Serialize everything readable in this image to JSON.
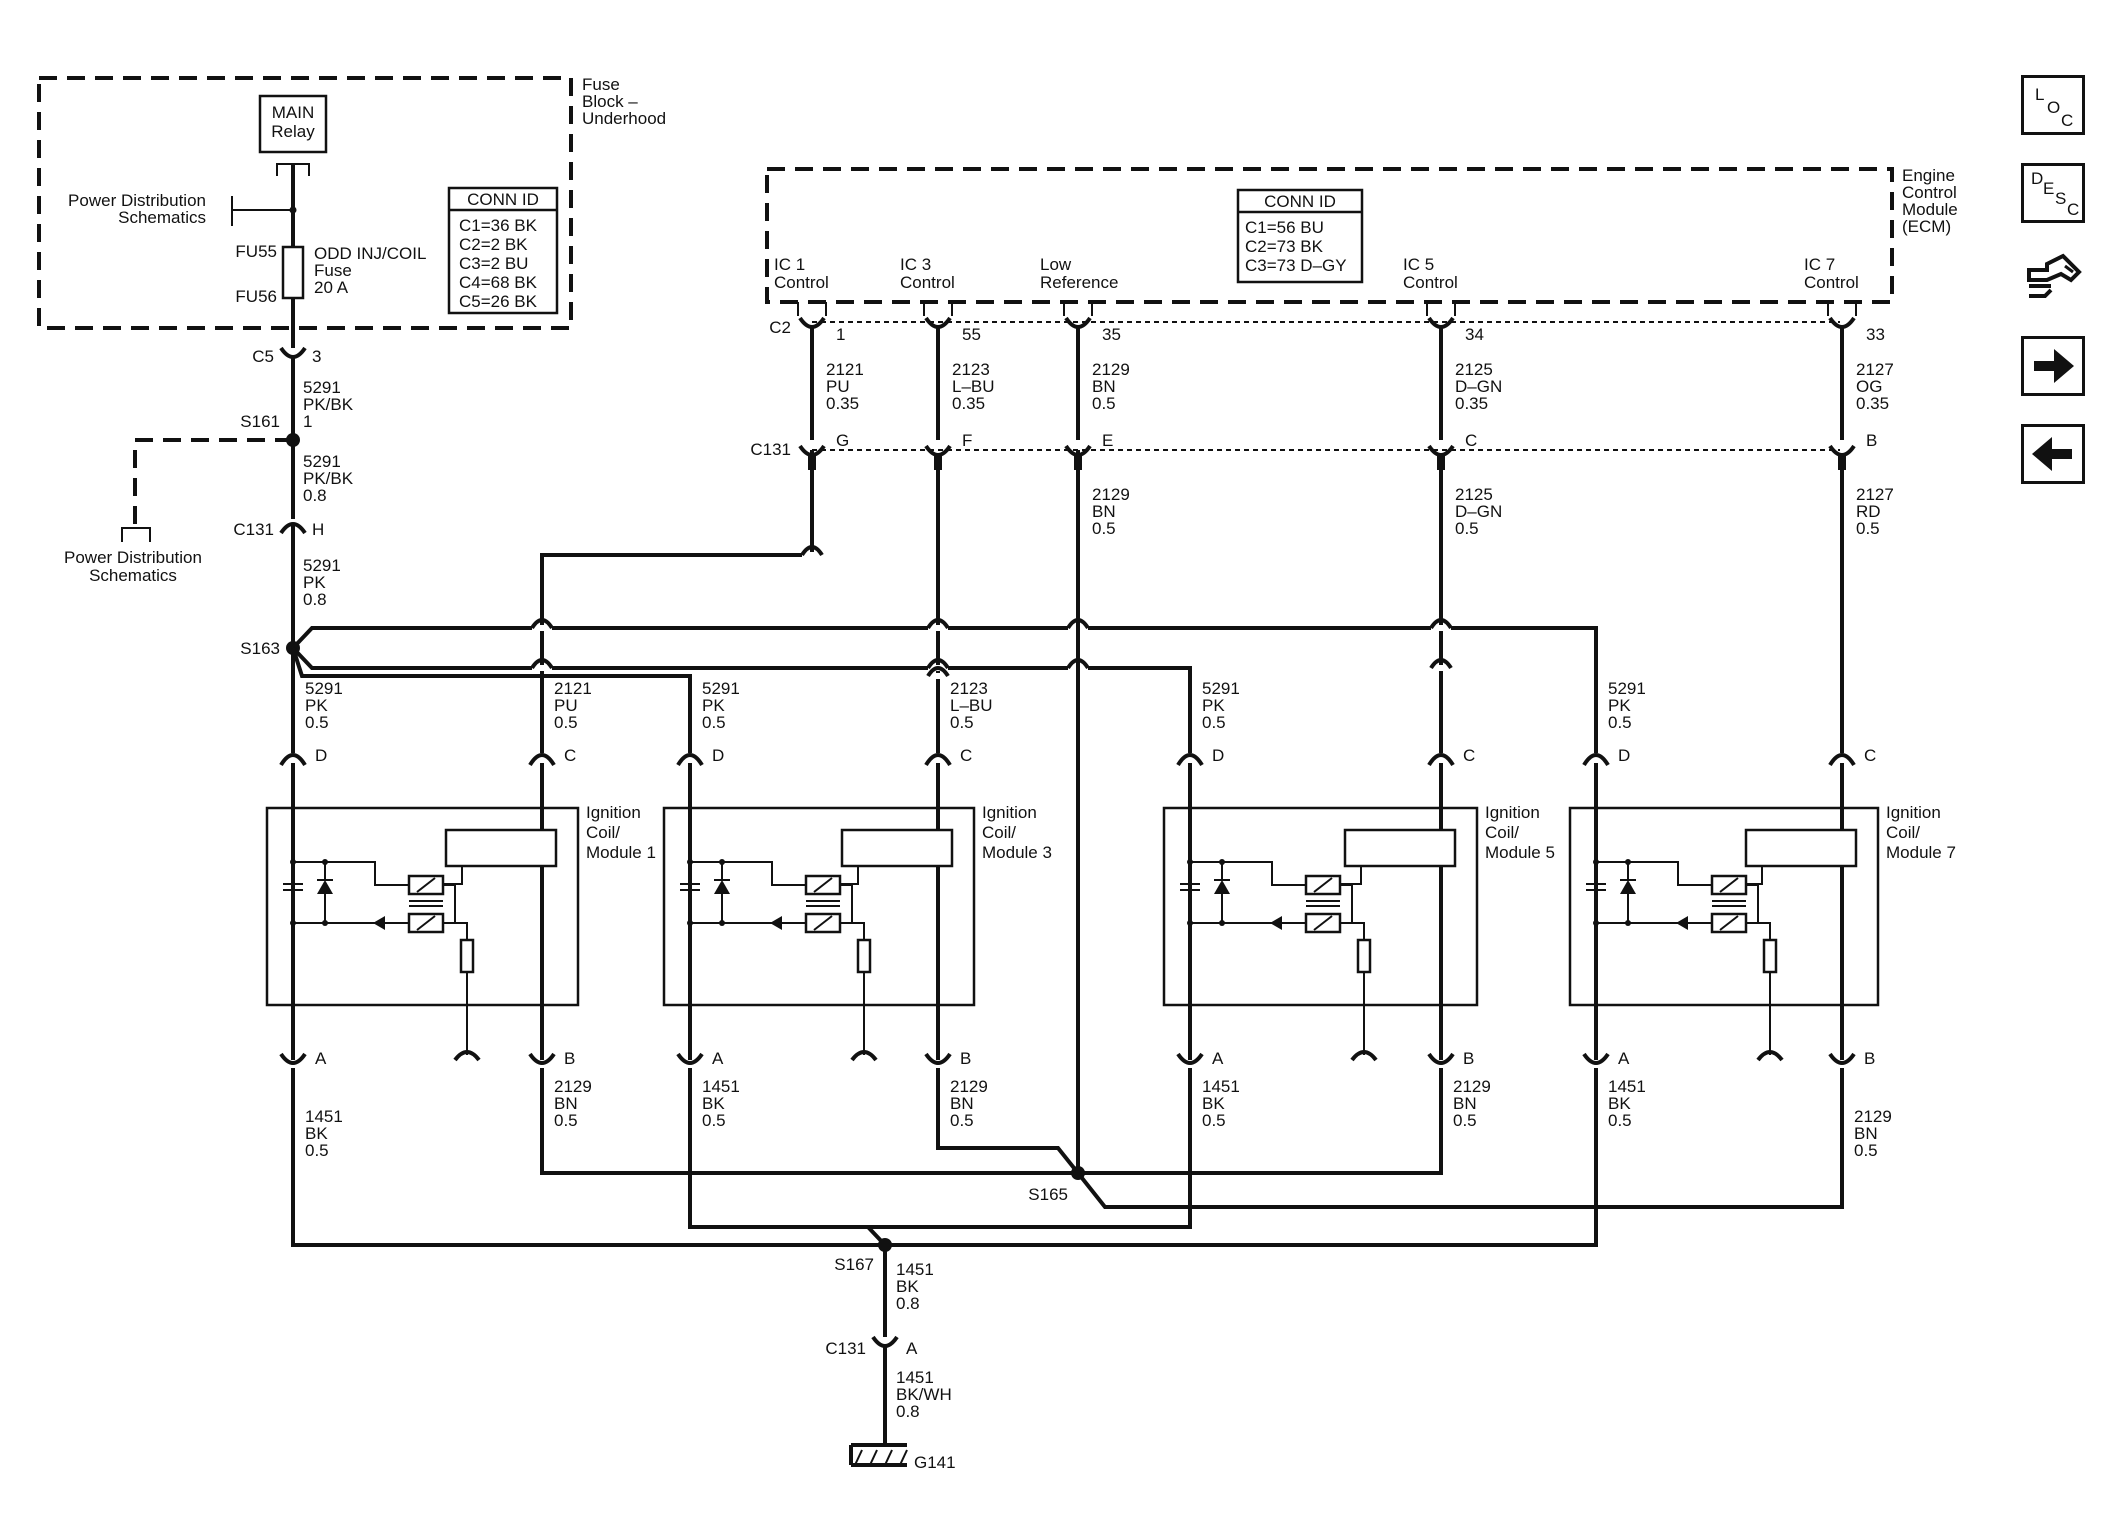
{
  "fuse_block": {
    "title": [
      "Fuse",
      "Block –",
      "Underhood"
    ],
    "relay_label": [
      "MAIN",
      "Relay"
    ],
    "pds_label": [
      "Power Distribution",
      "Schematics"
    ],
    "fuse_top": "FU55",
    "fuse_bottom": "FU56",
    "fuse_name": [
      "ODD INJ/COIL",
      "Fuse",
      "20 A"
    ],
    "conn_title": "CONN ID",
    "conn_rows": [
      "C1=36 BK",
      "C2=2 BK",
      "C3=2 BU",
      "C4=68 BK",
      "C5=26 BK"
    ]
  },
  "ecm": {
    "title": [
      "Engine",
      "Control",
      "Module",
      "(ECM)"
    ],
    "conn_title": "CONN ID",
    "conn_rows": [
      "C1=56 BU",
      "C2=73 BK",
      "C3=73 D–GY"
    ],
    "c2_label": "C2",
    "pins": [
      {
        "label": [
          "IC 1",
          "Control"
        ],
        "pin": "1",
        "wire": [
          "2121",
          "PU",
          "0.35"
        ],
        "c131": "G"
      },
      {
        "label": [
          "IC 3",
          "Control"
        ],
        "pin": "55",
        "wire": [
          "2123",
          "L–BU",
          "0.35"
        ],
        "c131": "F"
      },
      {
        "label": [
          "Low",
          "Reference"
        ],
        "pin": "35",
        "wire": [
          "2129",
          "BN",
          "0.5"
        ],
        "c131": "E"
      },
      {
        "label": [
          "IC 5",
          "Control"
        ],
        "pin": "34",
        "wire": [
          "2125",
          "D–GN",
          "0.35"
        ],
        "c131": "C"
      },
      {
        "label": [
          "IC 7",
          "Control"
        ],
        "pin": "33",
        "wire": [
          "2127",
          "OG",
          "0.35"
        ],
        "c131": "B"
      }
    ]
  },
  "c131_label": "C131",
  "below_c131_wires": [
    [
      "2129",
      "BN",
      "0.5"
    ],
    [
      "2125",
      "D–GN",
      "0.5"
    ],
    [
      "2127",
      "RD",
      "0.5"
    ]
  ],
  "supply": {
    "c5_label": "C5",
    "c5_pin": "3",
    "wire1": [
      "5291",
      "PK/BK",
      "1"
    ],
    "s161": "S161",
    "wire2": [
      "5291",
      "PK/BK",
      "0.8"
    ],
    "c131_label": "C131",
    "c131_pin": "H",
    "pds_label": [
      "Power Distribution",
      "Schematics"
    ],
    "wire3": [
      "5291",
      "PK",
      "0.8"
    ],
    "s163": "S163"
  },
  "coils": [
    {
      "name": [
        "Ignition",
        "Coil/",
        "Module 1"
      ],
      "d_wire": [
        "5291",
        "PK",
        "0.5"
      ],
      "c_wire": [
        "2121",
        "PU",
        "0.5"
      ],
      "a_wire": [
        "1451",
        "BK",
        "0.5"
      ],
      "b_wire": [
        "2129",
        "BN",
        "0.5"
      ]
    },
    {
      "name": [
        "Ignition",
        "Coil/",
        "Module 3"
      ],
      "d_wire": [
        "5291",
        "PK",
        "0.5"
      ],
      "c_wire": [
        "2123",
        "L–BU",
        "0.5"
      ],
      "a_wire": [
        "1451",
        "BK",
        "0.5"
      ],
      "b_wire": [
        "2129",
        "BN",
        "0.5"
      ]
    },
    {
      "name": [
        "Ignition",
        "Coil/",
        "Module 5"
      ],
      "d_wire": [
        "5291",
        "PK",
        "0.5"
      ],
      "c_wire": [
        "",
        "",
        ""
      ],
      "a_wire": [
        "1451",
        "BK",
        "0.5"
      ],
      "b_wire": [
        "2129",
        "BN",
        "0.5"
      ]
    },
    {
      "name": [
        "Ignition",
        "Coil/",
        "Module 7"
      ],
      "d_wire": [
        "5291",
        "PK",
        "0.5"
      ],
      "c_wire": [
        "",
        "",
        ""
      ],
      "a_wire": [
        "1451",
        "BK",
        "0.5"
      ],
      "b_wire": [
        "2129",
        "BN",
        "0.5"
      ]
    }
  ],
  "pin_letters": {
    "d": "D",
    "c": "C",
    "a": "A",
    "b": "B"
  },
  "ground": {
    "s165": "S165",
    "s167": "S167",
    "wire1": [
      "1451",
      "BK",
      "0.8"
    ],
    "c131_label": "C131",
    "c131_pin": "A",
    "wire2": [
      "1451",
      "BK/WH",
      "0.8"
    ],
    "g141": "G141"
  },
  "nav": {
    "loc": [
      "L",
      "O",
      "C"
    ],
    "desc": [
      "D",
      "E",
      "S",
      "C"
    ],
    "icons": [
      "loc-icon",
      "desc-icon",
      "connector-tool-icon",
      "forward-arrow-icon",
      "back-arrow-icon"
    ]
  }
}
